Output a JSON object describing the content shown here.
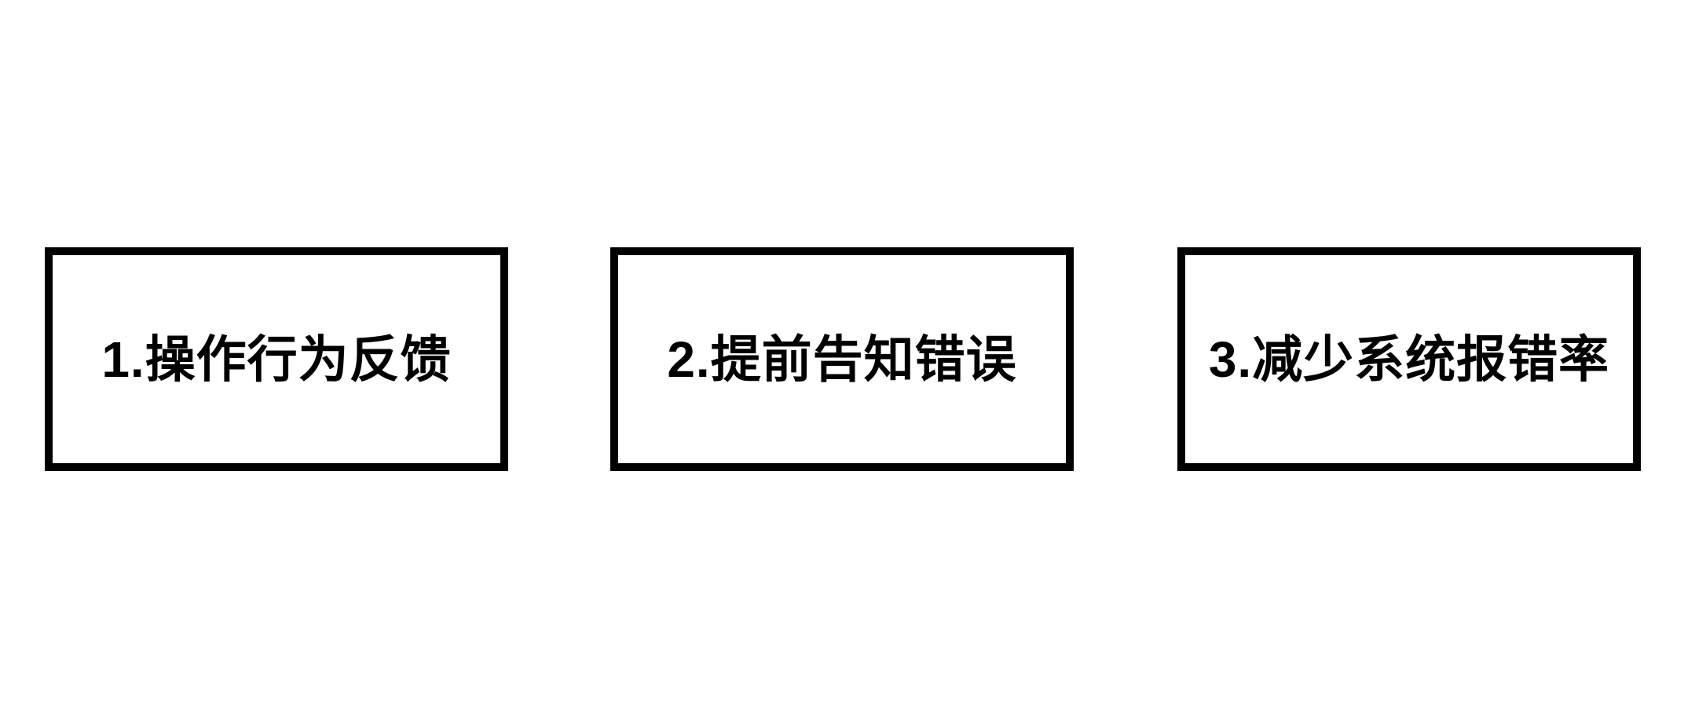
{
  "diagram": {
    "background_color": "#ffffff",
    "box_border_color": "#000000",
    "text_color": "#000000",
    "boxes": [
      {
        "label": "1.操作行为反馈"
      },
      {
        "label": "2.提前告知错误"
      },
      {
        "label": "3.减少系统报错率"
      }
    ]
  }
}
